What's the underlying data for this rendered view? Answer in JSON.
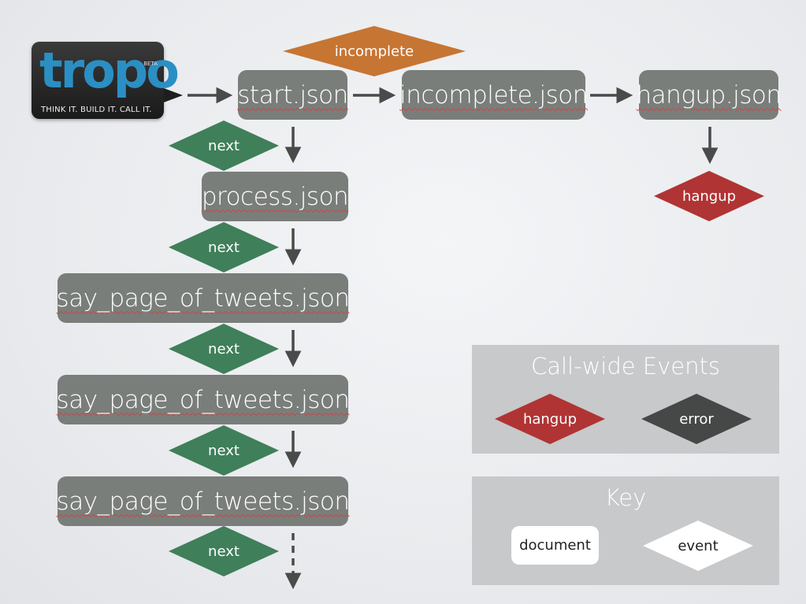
{
  "logo": {
    "word": "tropo",
    "beta": "BETA",
    "tagline": "THINK IT. BUILD IT. CALL IT."
  },
  "documents": {
    "start": "start.json",
    "incomplete": "incomplete.json",
    "hangup": "hangup.json",
    "process": "process.json",
    "say1": "say_page_of_tweets.json",
    "say2": "say_page_of_tweets.json",
    "say3": "say_page_of_tweets.json"
  },
  "events": {
    "incomplete": "incomplete",
    "next1": "next",
    "next2": "next",
    "next3": "next",
    "next4": "next",
    "next5": "next",
    "hangup": "hangup"
  },
  "callwide": {
    "title": "Call-wide Events",
    "hangup": "hangup",
    "error": "error"
  },
  "key": {
    "title": "Key",
    "document": "document",
    "event": "event"
  },
  "colors": {
    "document": "#7a7e7a",
    "next_event": "#3f7f5a",
    "incomplete_event": "#c77533",
    "hangup_event": "#b03434",
    "error_event": "#454846",
    "panel": "#c7c9ca"
  }
}
